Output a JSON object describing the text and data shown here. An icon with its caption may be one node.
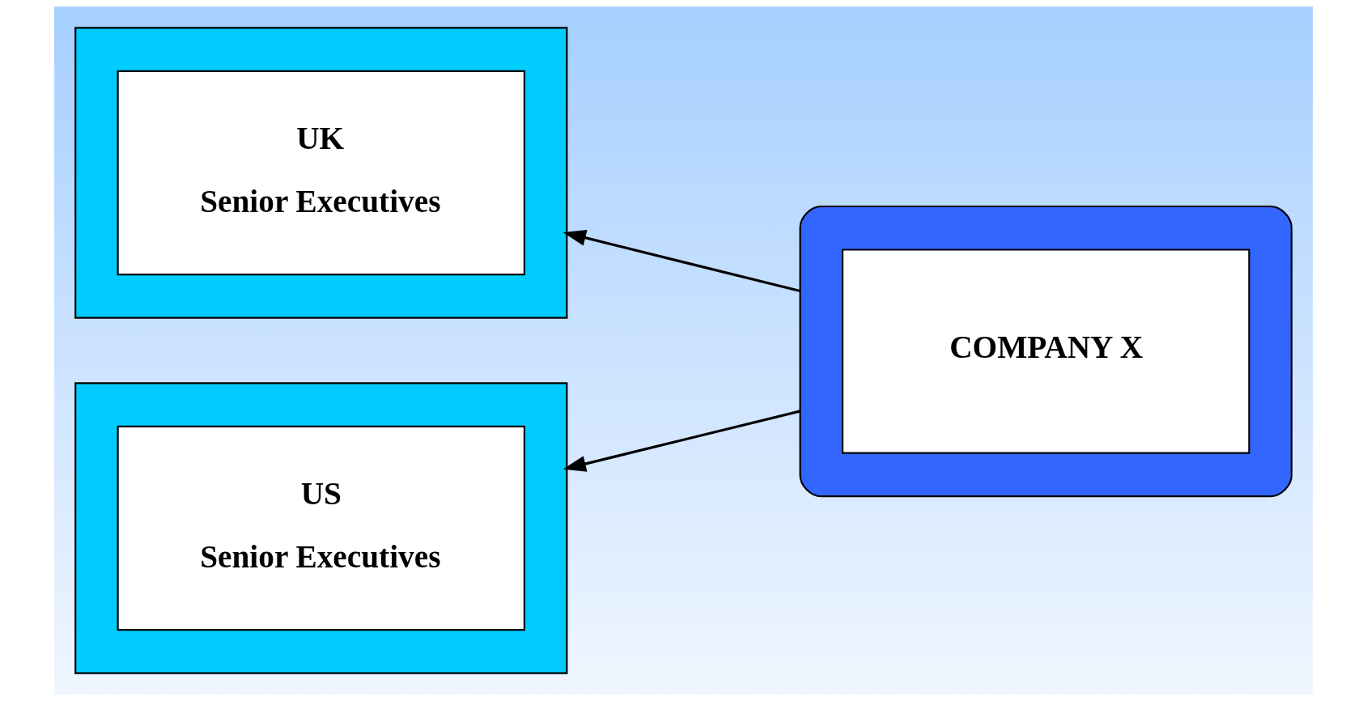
{
  "diagram": {
    "nodes": [
      {
        "text": [],
        "shape": "box"
      },
      {
        "text": [
          "UK",
          "Senior Executives"
        ],
        "in": 0
      },
      {
        "text": [],
        "shape": "box"
      },
      {
        "text": [
          "US",
          "Senior Executives"
        ],
        "in": 2
      },
      {
        "text": [],
        "shape": "ellipse"
      },
      {
        "text": [
          "COMPANY X"
        ],
        "in": 4
      }
    ],
    "edges": [
      {
        "from": 4,
        "to": 0,
        "arrow": "to"
      },
      {
        "from": 4,
        "to": 2,
        "arrow": "to"
      }
    ]
  }
}
